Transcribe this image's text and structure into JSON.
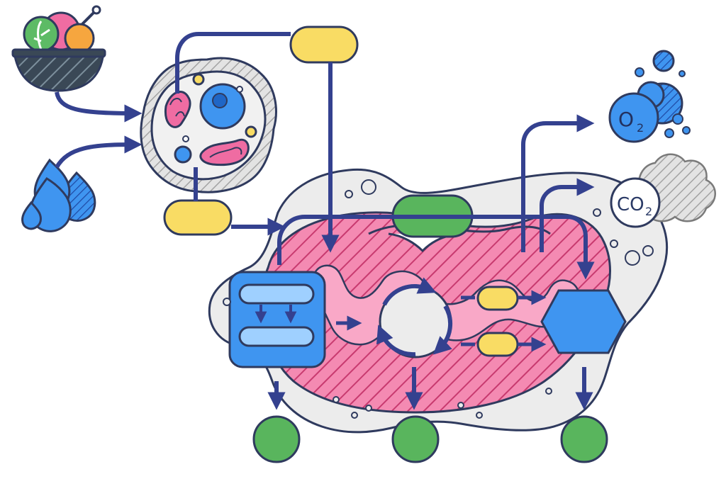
{
  "labels": {
    "oxygen": "O",
    "oxygen_subscript": "2",
    "carbon_dioxide": "CO",
    "carbon_dioxide_subscript": "2"
  },
  "colors": {
    "outline": "#2f3a5e",
    "arrow": "#34418f",
    "mito_pink": "#f48ab2",
    "mito_inner": "#f9a8c7",
    "mito_hatch": "#d43f77",
    "cell_gray": "#ececec",
    "blue": "#3f95f0",
    "light_blue": "#9fd0ff",
    "yellow": "#f9dc64",
    "green": "#59b55d",
    "food_orange": "#f6a63f",
    "food_pink": "#ef6ca2",
    "food_green": "#5dbb65",
    "bowl": "#3a4856"
  },
  "icons": [
    "food-bowl-icon",
    "water-drops-icon",
    "oxygen-bubbles-icon",
    "carbon-dioxide-cloud-icon",
    "cycle-arrows-icon"
  ]
}
